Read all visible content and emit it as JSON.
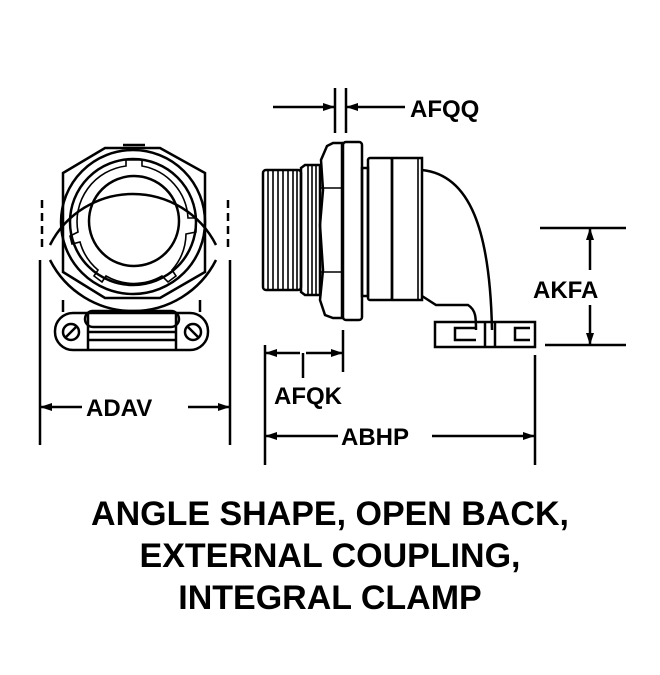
{
  "dimensions": {
    "afqq": "AFQQ",
    "akfa": "AKFA",
    "adav": "ADAV",
    "afqk": "AFQK",
    "abhp": "ABHP"
  },
  "caption": {
    "line1": "ANGLE SHAPE, OPEN BACK,",
    "line2": "EXTERNAL COUPLING,",
    "line3": "INTEGRAL CLAMP"
  },
  "colors": {
    "ink": "#000000",
    "background": "#ffffff"
  }
}
